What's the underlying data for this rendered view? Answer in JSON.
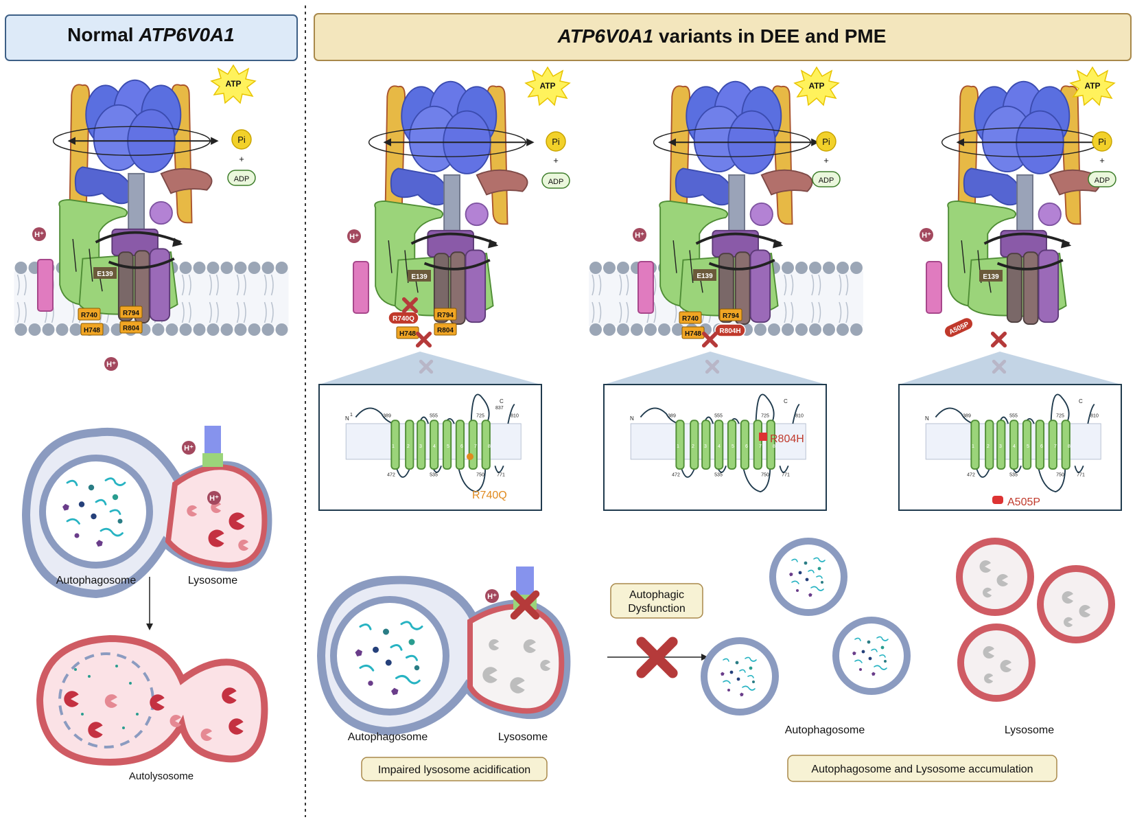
{
  "panels": {
    "left_title_prefix": "Normal ",
    "left_title_gene": "ATP6V0A1",
    "right_title_gene": "ATP6V0A1",
    "right_title_suffix": " variants in DEE and PME"
  },
  "pump_labels": {
    "atp": "ATP",
    "pi": "Pi",
    "plus": "+",
    "adp": "ADP",
    "proton": "H⁺",
    "e139": "E139",
    "r740": "R740",
    "h748": "H748",
    "r794": "R794",
    "r804": "R804"
  },
  "variants": [
    {
      "id": "R740Q",
      "label": "R740Q",
      "color": "#e08a1e"
    },
    {
      "id": "R804H",
      "label": "R804H",
      "color": "#c0392b"
    },
    {
      "id": "A505P",
      "label": "A505P",
      "color": "#c0392b"
    }
  ],
  "topology": {
    "n_label": "N",
    "n_num": "1",
    "c_label": "C",
    "c_num": "837",
    "helices": [
      "1",
      "2",
      "3",
      "4",
      "5",
      "6",
      "7",
      "8"
    ],
    "top_nums": [
      "389",
      "555",
      "725",
      "810"
    ],
    "bottom_nums": [
      "472",
      "535",
      "750",
      "771"
    ]
  },
  "normal": {
    "autophagosome": "Autophagosome",
    "lysosome": "Lysosome",
    "autolysosome": "Autolysosome"
  },
  "variant_outcomes": {
    "autophagosome": "Autophagosome",
    "lysosome": "Lysosome",
    "impaired_label": "Impaired lysosome acidification",
    "dysfunction_line1": "Autophagic",
    "dysfunction_line2": "Dysfunction",
    "accum_autophagosome": "Autophagosome",
    "accum_lysosome": "Lysosome",
    "accumulation_label": "Autophagosome and Lysosome accumulation"
  },
  "colors": {
    "title_left_bg": "#ddeaf8",
    "title_left_border": "#3d5f86",
    "title_right_bg": "#f3e6bd",
    "title_right_border": "#a8884a",
    "membrane": "#9ba6b6",
    "v1_blue": "#5a6fe0",
    "v0_green": "#9bd47a",
    "v0_purple": "#8a5aa8",
    "stator_yellow": "#e7b945",
    "mutation_red": "#c0392b",
    "mutation_orange": "#e08a1e"
  }
}
